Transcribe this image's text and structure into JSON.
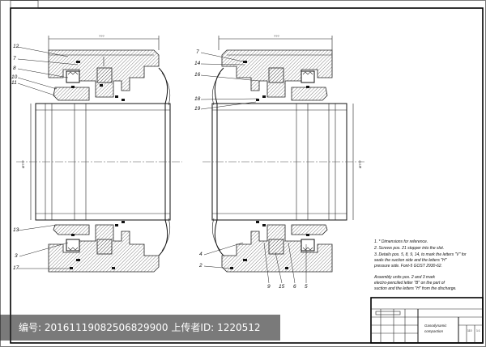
{
  "labels": {
    "left": [
      "12",
      "7",
      "8",
      "10",
      "11",
      "13",
      "3",
      "17"
    ],
    "right_top": [
      "7",
      "14",
      "16",
      "18",
      "19"
    ],
    "right_bottom": [
      "4",
      "2",
      "9",
      "15",
      "6",
      "5"
    ]
  },
  "dims": {
    "top_left": "???",
    "top_right": "???",
    "dia_left": "Ø???",
    "dia_right": "Ø???"
  },
  "notes": [
    "1. * Dimensions for reference.",
    "2. Screws pos. 21 stopper into the slot.",
    "3. Details pos. 5, 8, 9, 14, to mark the letters \"V\" for",
    "seals the suction side and the letters \"H\"",
    "pressure side. Font-5 GOST 2930-62.",
    "Assembly units pos. 2 and 3 mark",
    "electro-penciled letter \"B\" on the part of",
    "suction and the letters \"H\" from the discharge."
  ],
  "title_block": {
    "name_line1": "Gasodynamic",
    "name_line2": "compaction",
    "sheet": "110",
    "scale": "1:1"
  },
  "watermark": {
    "id_label": "编号:",
    "id_value": "20161119082506829900",
    "uploader_label": "上传者ID:",
    "uploader_value": "1220512"
  },
  "colors": {
    "line": "#111111",
    "watermark_bg": "#3a3a3a",
    "watermark_text": "#ffffff"
  }
}
